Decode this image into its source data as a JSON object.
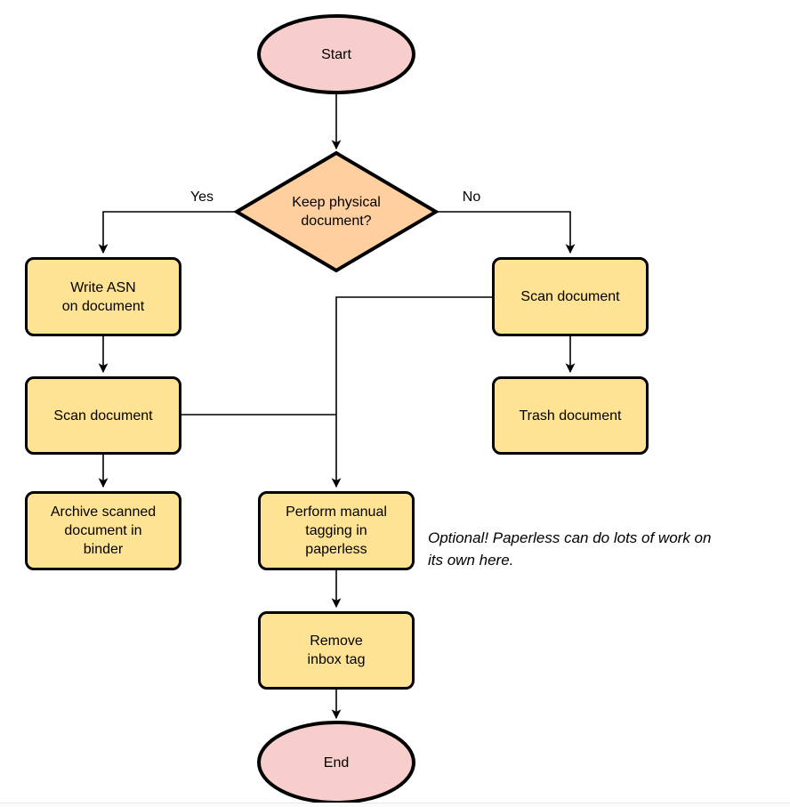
{
  "colors": {
    "terminal_fill": "#f8cecc",
    "decision_fill": "#ffcfa0",
    "process_fill": "#ffe394",
    "stroke": "#000000",
    "edge": "#000000",
    "background": "#ffffff"
  },
  "nodes": {
    "start": {
      "label": "Start",
      "shape": "ellipse"
    },
    "decision": {
      "label": "Keep physical\ndocument?",
      "shape": "diamond"
    },
    "write_asn": {
      "label": "Write ASN\non document",
      "shape": "process"
    },
    "scan_left": {
      "label": "Scan document",
      "shape": "process"
    },
    "archive": {
      "label": "Archive scanned\ndocument in\nbinder",
      "shape": "process"
    },
    "scan_right": {
      "label": "Scan document",
      "shape": "process"
    },
    "trash": {
      "label": "Trash document",
      "shape": "process"
    },
    "perform_tagging": {
      "label": "Perform manual\ntagging in\npaperless",
      "shape": "process"
    },
    "remove_inbox": {
      "label": "Remove\ninbox tag",
      "shape": "process"
    },
    "end": {
      "label": "End",
      "shape": "ellipse"
    }
  },
  "edge_labels": {
    "yes": "Yes",
    "no": "No"
  },
  "annotation": {
    "text": "Optional! Paperless can do lots of work on\nits own here."
  }
}
